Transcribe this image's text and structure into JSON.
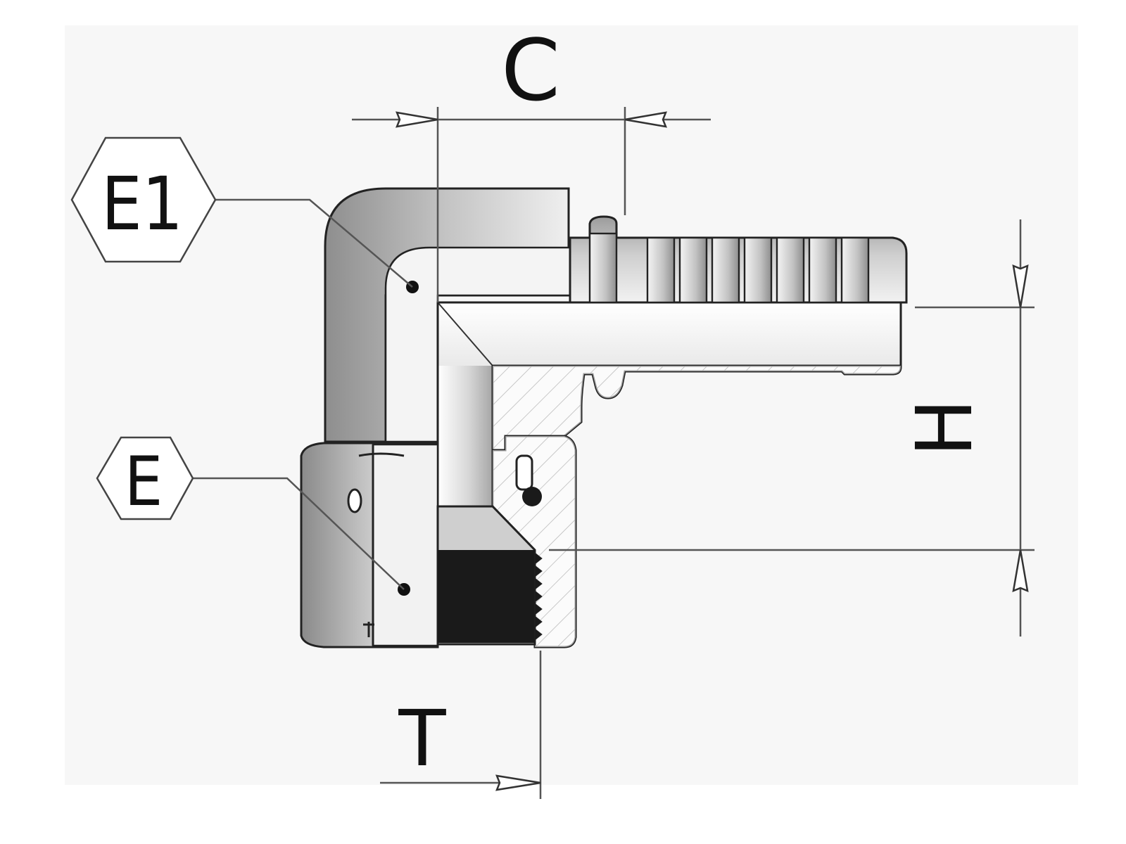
{
  "labels": {
    "E1": "E1",
    "E": "E",
    "C": "C",
    "H": "H",
    "T": "T"
  },
  "colors": {
    "background": "#ffffff",
    "paper": "#f6f6f6",
    "line": "#222222",
    "metal_dark": "#9a9a9a",
    "metal_mid": "#c9c9c9",
    "metal_light": "#eeeeee",
    "thread": "#1a1a1a",
    "hatch": "#555555",
    "dim_line": "#555555"
  }
}
